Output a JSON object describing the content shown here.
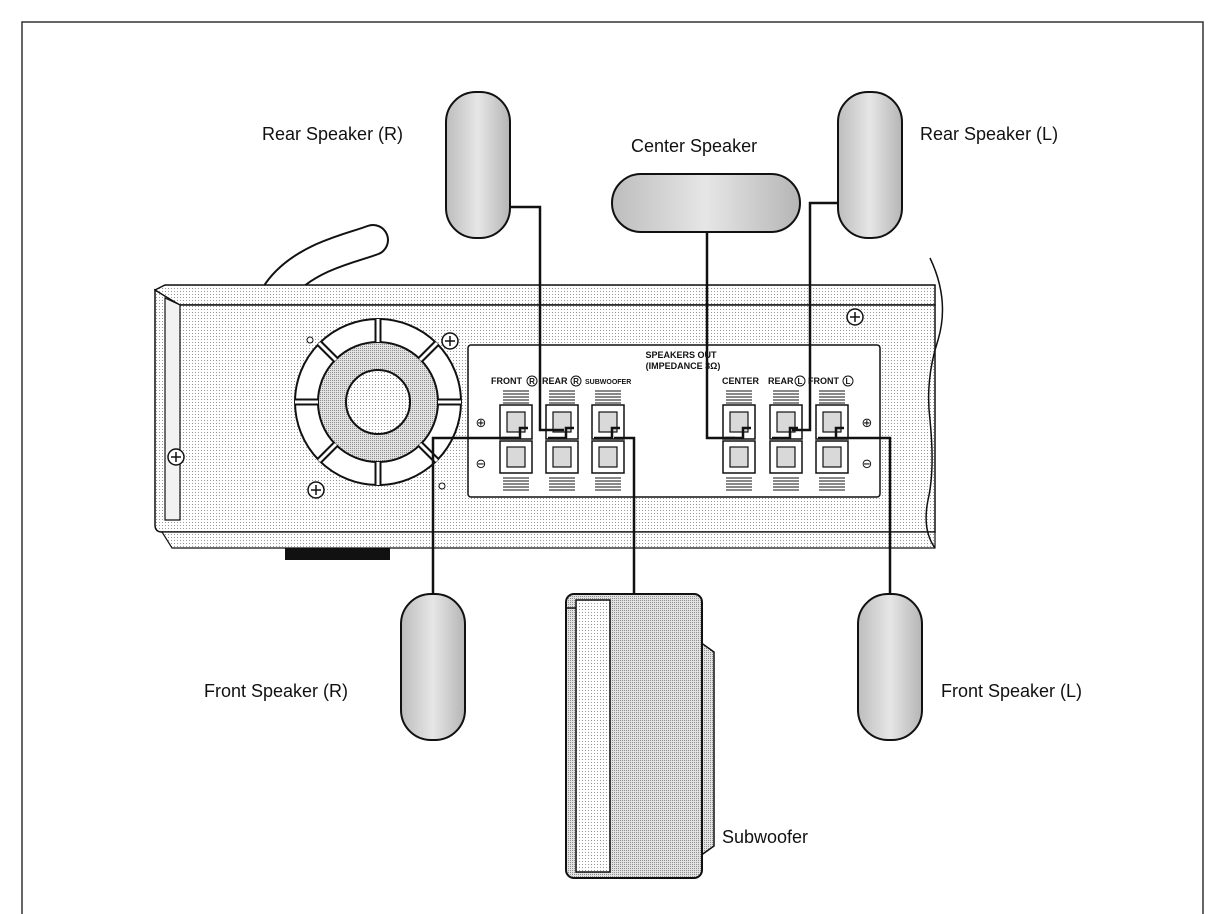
{
  "labels": {
    "rear_speaker_r": "Rear Speaker (R)",
    "center_speaker": "Center Speaker",
    "rear_speaker_l": "Rear Speaker (L)",
    "front_speaker_r": "Front Speaker (R)",
    "front_speaker_l": "Front Speaker (L)",
    "subwoofer": "Subwoofer"
  },
  "panel": {
    "title_line1": "SPEAKERS OUT",
    "title_line2": "(IMPEDANCE 3Ω)",
    "front_r": "FRONT",
    "rear_r": "REAR",
    "subwoofer": "SUBWOOFER",
    "center": "CENTER",
    "rear_l": "REAR",
    "front_l": "FRONT",
    "r_mark": "R",
    "l_mark": "L",
    "plus": "⊕",
    "minus": "⊖"
  },
  "colors": {
    "line": "#111111",
    "speaker_fill": "#d4d4d4",
    "panel_fill": "#ffffff",
    "unit_fill": "#f2f2f2"
  }
}
